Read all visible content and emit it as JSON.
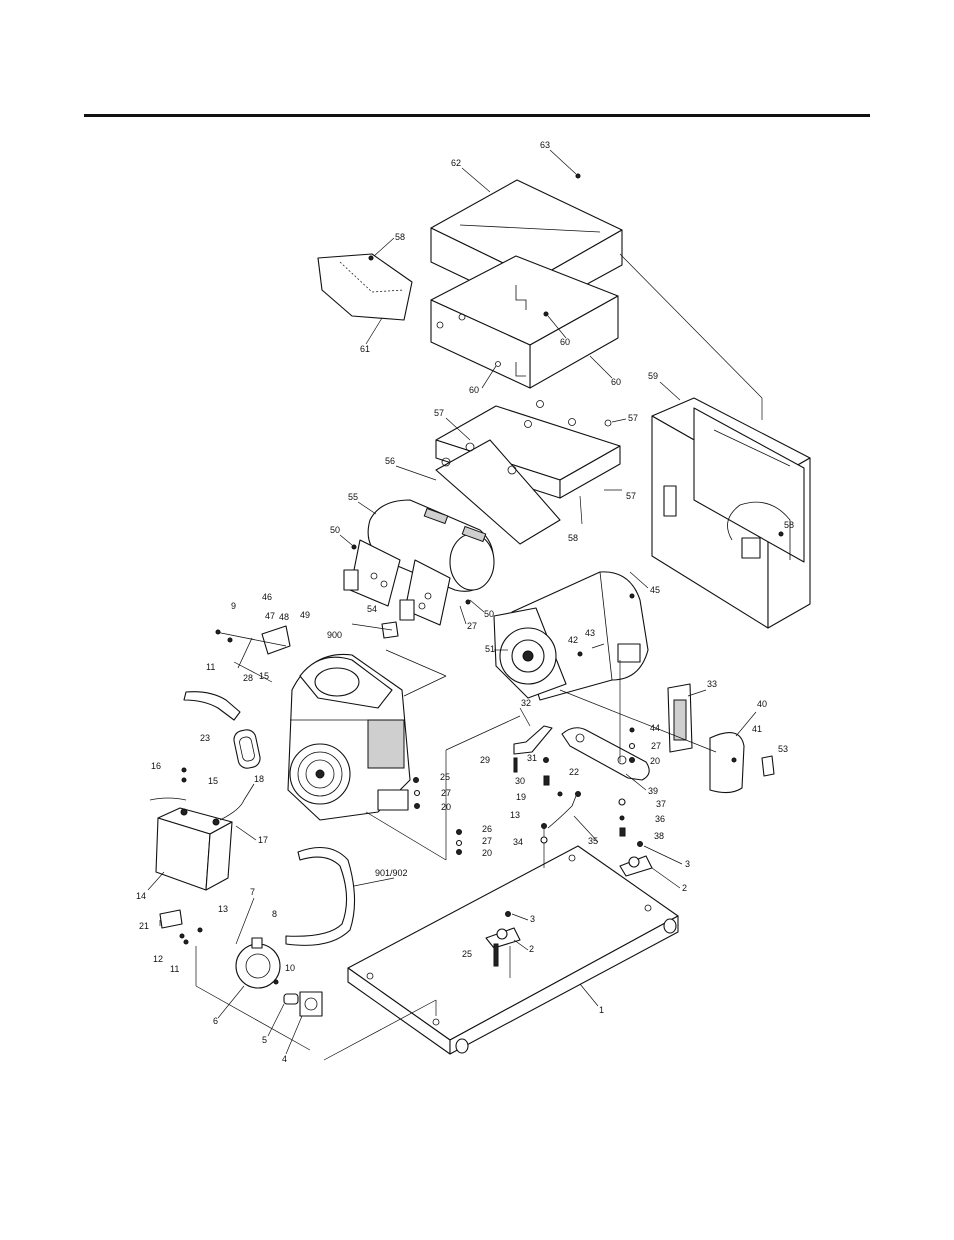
{
  "callouts": [
    {
      "id": "c63",
      "text": "63"
    },
    {
      "id": "c62",
      "text": "62"
    },
    {
      "id": "c58a",
      "text": "58"
    },
    {
      "id": "c61",
      "text": "61"
    },
    {
      "id": "c60a",
      "text": "60"
    },
    {
      "id": "c60b",
      "text": "60"
    },
    {
      "id": "c60c",
      "text": "60"
    },
    {
      "id": "c59",
      "text": "59"
    },
    {
      "id": "c57a",
      "text": "57"
    },
    {
      "id": "c57b",
      "text": "57"
    },
    {
      "id": "c57c",
      "text": "57"
    },
    {
      "id": "c56",
      "text": "56"
    },
    {
      "id": "c55",
      "text": "55"
    },
    {
      "id": "c58b",
      "text": "58"
    },
    {
      "id": "c58c",
      "text": "58"
    },
    {
      "id": "c50a",
      "text": "50"
    },
    {
      "id": "c50b",
      "text": "50"
    },
    {
      "id": "c45",
      "text": "45"
    },
    {
      "id": "c27a",
      "text": "27"
    },
    {
      "id": "c54",
      "text": "54"
    },
    {
      "id": "c9",
      "text": "9"
    },
    {
      "id": "c46",
      "text": "46"
    },
    {
      "id": "c47",
      "text": "47"
    },
    {
      "id": "c48",
      "text": "48"
    },
    {
      "id": "c49",
      "text": "49"
    },
    {
      "id": "c900",
      "text": "900"
    },
    {
      "id": "c51",
      "text": "51"
    },
    {
      "id": "c42",
      "text": "42"
    },
    {
      "id": "c43",
      "text": "43"
    },
    {
      "id": "c11a",
      "text": "11"
    },
    {
      "id": "c28",
      "text": "28"
    },
    {
      "id": "c15a",
      "text": "15"
    },
    {
      "id": "c23",
      "text": "23"
    },
    {
      "id": "c33",
      "text": "33"
    },
    {
      "id": "c40",
      "text": "40"
    },
    {
      "id": "c41",
      "text": "41"
    },
    {
      "id": "c53",
      "text": "53"
    },
    {
      "id": "c32",
      "text": "32"
    },
    {
      "id": "c44",
      "text": "44"
    },
    {
      "id": "c27b",
      "text": "27"
    },
    {
      "id": "c20a",
      "text": "20"
    },
    {
      "id": "c29",
      "text": "29"
    },
    {
      "id": "c31",
      "text": "31"
    },
    {
      "id": "c39",
      "text": "39"
    },
    {
      "id": "c18",
      "text": "18"
    },
    {
      "id": "c16",
      "text": "16"
    },
    {
      "id": "c15b",
      "text": "15"
    },
    {
      "id": "c25a",
      "text": "25"
    },
    {
      "id": "c27c",
      "text": "27"
    },
    {
      "id": "c20b",
      "text": "20"
    },
    {
      "id": "c30",
      "text": "30"
    },
    {
      "id": "c22",
      "text": "22"
    },
    {
      "id": "c19",
      "text": "19"
    },
    {
      "id": "c37",
      "text": "37"
    },
    {
      "id": "c36",
      "text": "36"
    },
    {
      "id": "c13a",
      "text": "13"
    },
    {
      "id": "c38",
      "text": "38"
    },
    {
      "id": "c17",
      "text": "17"
    },
    {
      "id": "c26",
      "text": "26"
    },
    {
      "id": "c27d",
      "text": "27"
    },
    {
      "id": "c20c",
      "text": "20"
    },
    {
      "id": "c35",
      "text": "35"
    },
    {
      "id": "c34",
      "text": "34"
    },
    {
      "id": "c3a",
      "text": "3"
    },
    {
      "id": "c2a",
      "text": "2"
    },
    {
      "id": "c14",
      "text": "14"
    },
    {
      "id": "c901",
      "text": "901/902"
    },
    {
      "id": "c7",
      "text": "7"
    },
    {
      "id": "c13b",
      "text": "13"
    },
    {
      "id": "c8",
      "text": "8"
    },
    {
      "id": "c21",
      "text": "21"
    },
    {
      "id": "c3b",
      "text": "3"
    },
    {
      "id": "c2b",
      "text": "2"
    },
    {
      "id": "c12",
      "text": "12"
    },
    {
      "id": "c11b",
      "text": "11"
    },
    {
      "id": "c25b",
      "text": "25"
    },
    {
      "id": "c10",
      "text": "10"
    },
    {
      "id": "c1",
      "text": "1"
    },
    {
      "id": "c6",
      "text": "6"
    },
    {
      "id": "c5",
      "text": "5"
    },
    {
      "id": "c4",
      "text": "4"
    }
  ]
}
